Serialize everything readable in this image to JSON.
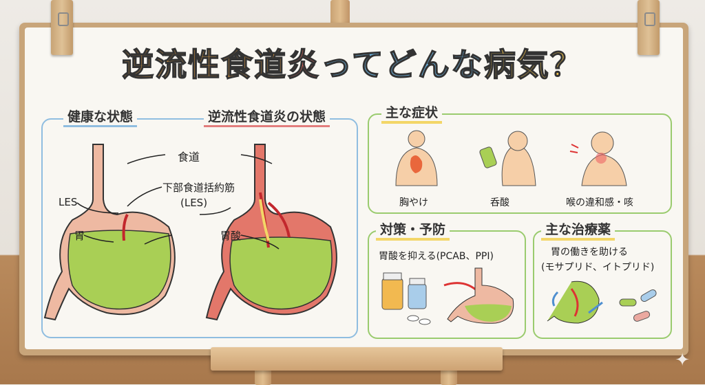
{
  "title": {
    "chars": [
      {
        "c": "逆",
        "color": "#eea545"
      },
      {
        "c": "流",
        "color": "#eea545"
      },
      {
        "c": "性",
        "color": "#eea545"
      },
      {
        "c": "食",
        "color": "#eea545"
      },
      {
        "c": "道",
        "color": "#eea545"
      },
      {
        "c": "炎",
        "color": "#e06a5e"
      },
      {
        "c": "っ",
        "color": "#6db3df"
      },
      {
        "c": "て",
        "color": "#6db3df"
      },
      {
        "c": "ど",
        "color": "#6db3df"
      },
      {
        "c": "ん",
        "color": "#6db3df"
      },
      {
        "c": "な",
        "color": "#6db3df"
      },
      {
        "c": "病",
        "color": "#f0c24d"
      },
      {
        "c": "気",
        "color": "#f0c24d"
      },
      {
        "c": "？",
        "color": "#f0c24d"
      }
    ]
  },
  "comparison": {
    "healthy_heading": "健康な状態",
    "disease_heading": "逆流性食道炎の状態",
    "labels": {
      "esophagus": "食道",
      "les_full": "下部食道括約筋",
      "les_paren": "(LES)",
      "les": "LES",
      "stomach": "胃",
      "acid": "胃酸"
    }
  },
  "symptoms": {
    "heading": "主な症状",
    "items": [
      "胸やけ",
      "呑酸",
      "喉の違和感・咳"
    ]
  },
  "prevention": {
    "heading": "対策・予防",
    "text": "胃酸を抑える(PCAB、PPI)"
  },
  "treatment": {
    "heading": "主な治療薬",
    "line1": "胃の働きを助ける",
    "line2": "(モサプリド、イトプリド)"
  }
}
